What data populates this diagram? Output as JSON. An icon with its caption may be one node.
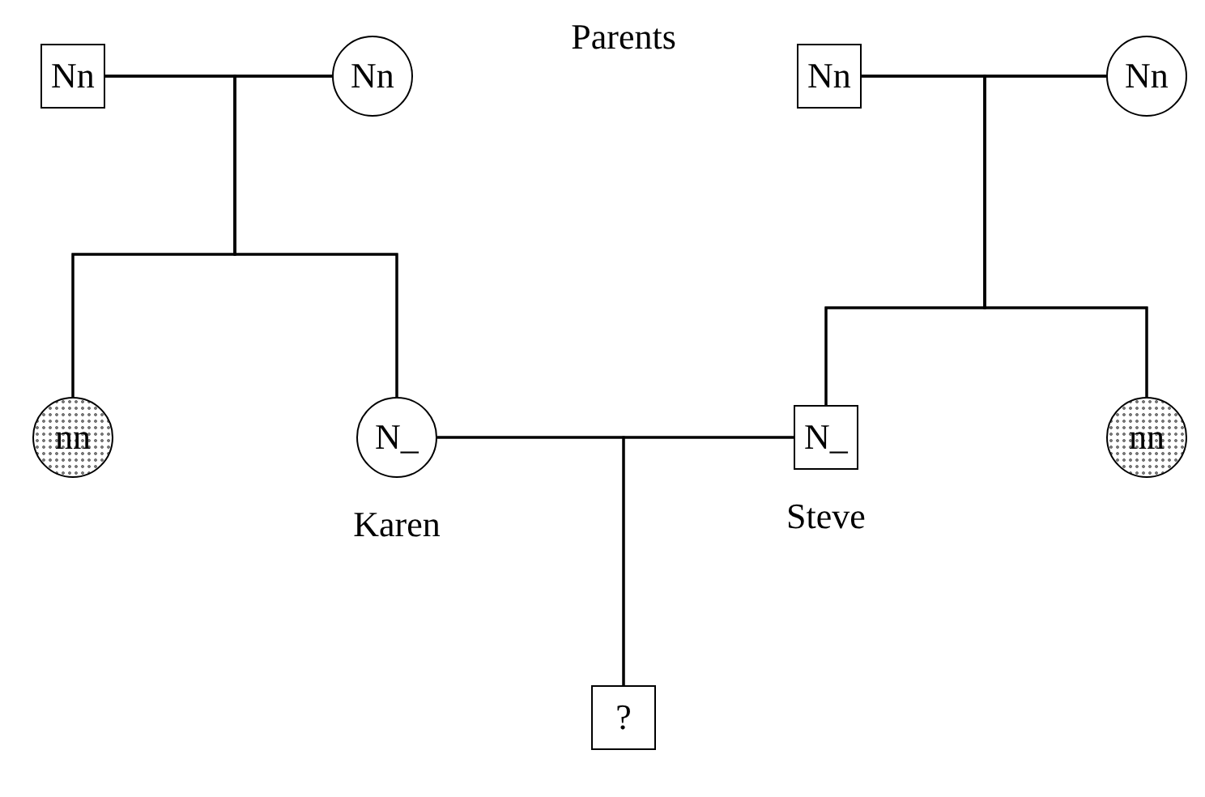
{
  "diagram": {
    "nodes": [
      {
        "text": [
          "Nn"
        ]
      },
      {
        "text": [
          "Nn"
        ]
      },
      {
        "text": [
          "Nn"
        ]
      },
      {
        "text": [
          "Nn"
        ]
      },
      {
        "text": [
          "nn"
        ]
      },
      {
        "text": [
          "N_"
        ],
        "beside": [
          "Karen"
        ]
      },
      {
        "text": [
          "N_"
        ],
        "beside": [
          "Steve"
        ]
      },
      {
        "text": [
          "nn"
        ]
      },
      {
        "text": [
          "?"
        ]
      }
    ],
    "edges": [
      {
        "from": 0,
        "to": 1,
        "arrow": "none"
      },
      {
        "from": 0,
        "to": 4,
        "arrow": "none"
      },
      {
        "from": 0,
        "to": 5,
        "arrow": "none"
      },
      {
        "from": 1,
        "to": 4,
        "arrow": "none"
      },
      {
        "from": 1,
        "to": 5,
        "arrow": "none"
      },
      {
        "from": 2,
        "to": 3,
        "arrow": "none"
      },
      {
        "from": 2,
        "to": 6,
        "arrow": "none"
      },
      {
        "from": 2,
        "to": 7,
        "arrow": "none"
      },
      {
        "from": 3,
        "to": 6,
        "arrow": "none"
      },
      {
        "from": 3,
        "to": 7,
        "arrow": "none"
      },
      {
        "from": 5,
        "to": 6,
        "arrow": "none"
      },
      {
        "from": 5,
        "to": 8,
        "arrow": "none"
      },
      {
        "from": 6,
        "to": 8,
        "arrow": "none"
      }
    ],
    "labels": [
      "Parents"
    ]
  }
}
